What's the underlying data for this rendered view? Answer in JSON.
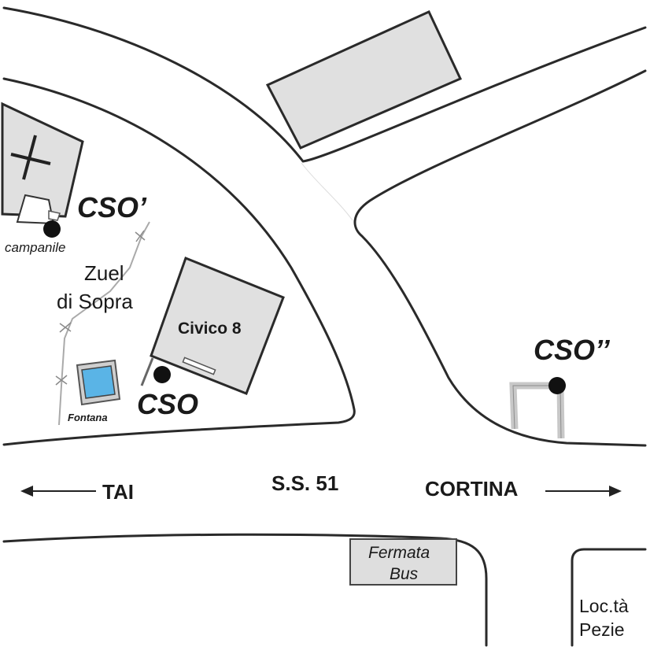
{
  "labels": {
    "cso_prime": "CSO’",
    "campanile": "campanile",
    "zuel_line1": "Zuel",
    "zuel_line2": "di Sopra",
    "civico": "Civico 8",
    "cso_double": "CSO’’",
    "fontana": "Fontana",
    "cso": "CSO",
    "tai": "TAI",
    "ss51": "S.S. 51",
    "cortina": "CORTINA",
    "fermata_line1": "Fermata",
    "fermata_line2": "Bus",
    "loc_line1": "Loc.tà",
    "loc_line2": "Pezie"
  },
  "markers": [
    "CSO’",
    "CSO",
    "CSO’’"
  ],
  "icons": [
    "cross-icon",
    "arrow-left-icon",
    "arrow-right-icon",
    "water-fountain-icon"
  ],
  "colors": {
    "building_fill": "#e0e0e0",
    "road_line": "#2a2a2a",
    "fountain_water": "#5ab4e6",
    "marker": "#111111"
  }
}
